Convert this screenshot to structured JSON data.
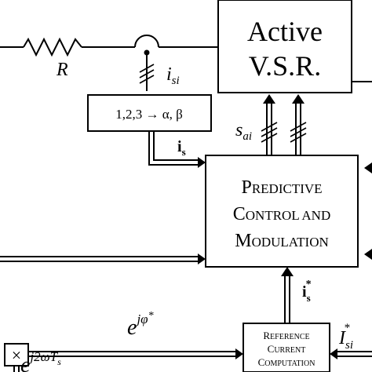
{
  "blocks": {
    "vsr": {
      "line1": "Active",
      "line2": "V.S.R."
    },
    "transform": {
      "label": "1,2,3 → α, β"
    },
    "predictive": {
      "line1": {
        "first": "P",
        "rest": "REDICTIVE"
      },
      "line2": {
        "first": "C",
        "rest": "ONTROL AND"
      },
      "line3": {
        "first": "M",
        "rest": "ODULATION"
      }
    },
    "reference": {
      "line1": {
        "first": "R",
        "rest": "EFERENCE"
      },
      "line2": {
        "first": "C",
        "rest": "URRENT"
      },
      "line3": {
        "first": "C",
        "rest": "OMPUTATION"
      }
    }
  },
  "signals": {
    "resistor": "R",
    "current_meas": {
      "base": "i",
      "sub": "si"
    },
    "current_ab": {
      "base": "i",
      "sub": "s"
    },
    "switching": {
      "base": "s",
      "sub": "ai"
    },
    "ref_current": {
      "base": "i",
      "sub": "s",
      "sup": "*"
    },
    "phase_ref": {
      "base": "e",
      "sup": "jφ",
      "sup2": "*"
    },
    "current_amp_ref": {
      "base": "I",
      "sub": "si",
      "sup": "*"
    },
    "rotation": {
      "base": "e",
      "sup": "j2ωT",
      "sup_sub": "s"
    },
    "multiplier_symbol": "×"
  }
}
